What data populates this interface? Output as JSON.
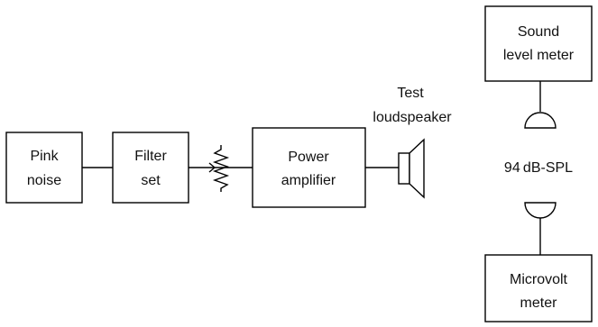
{
  "blocks": {
    "pink_noise": [
      "Pink",
      "noise"
    ],
    "filter_set": [
      "Filter",
      "set"
    ],
    "power_amplifier": [
      "Power",
      "amplifier"
    ],
    "sound_level_meter": [
      "Sound",
      "level meter"
    ],
    "microvolt_meter": [
      "Microvolt",
      "meter"
    ]
  },
  "labels": {
    "test_loudspeaker": [
      "Test",
      "loudspeaker"
    ],
    "level": "94 dB-SPL"
  },
  "icons": [
    "attenuator-icon",
    "loudspeaker-icon",
    "microphone-icon"
  ]
}
